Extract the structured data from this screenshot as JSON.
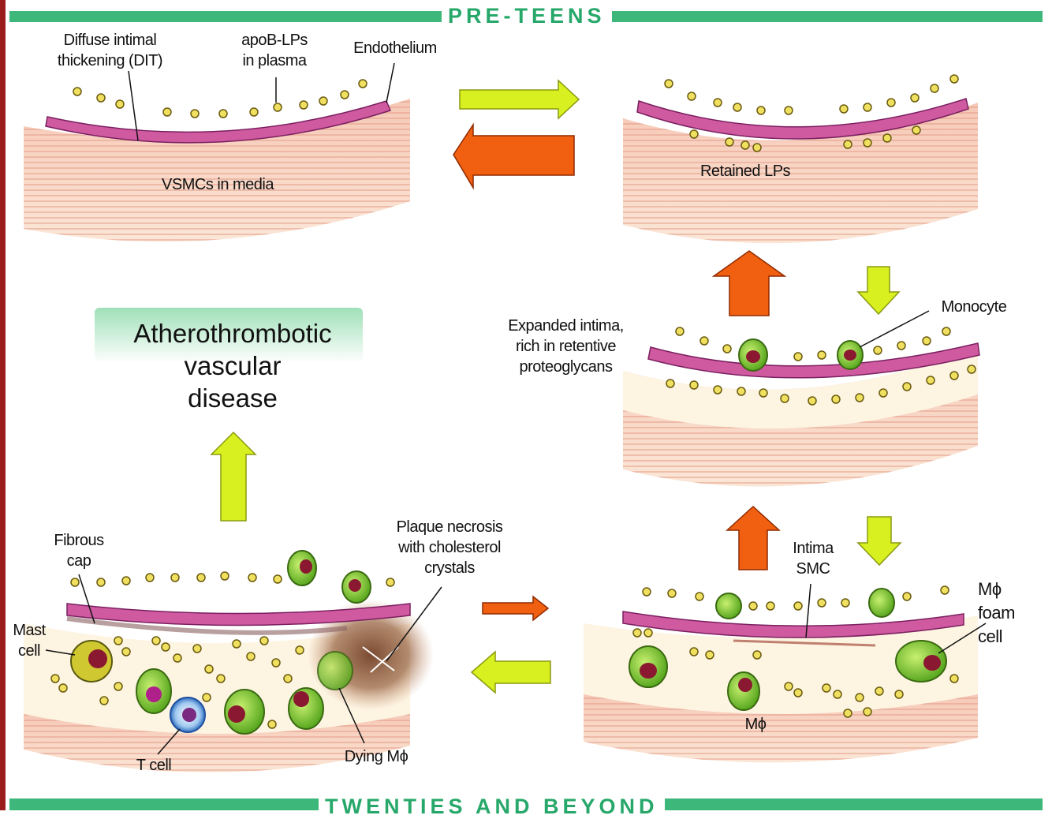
{
  "header_band": "PRE-TEENS",
  "footer_band": "TWENTIES AND BEYOND",
  "colors": {
    "band_green": "#3db87a",
    "red_edge": "#9a1c1c",
    "arrow_yellow": "#d8f020",
    "arrow_orange": "#f06010",
    "endothelium": "#d05aa0",
    "media_pink": "#f4c0b0",
    "lipoprotein_yellow": "#f0e060",
    "macrophage_green": "#7ccc30"
  },
  "panel_top_left": {
    "labels": {
      "dit": "Diffuse intimal\nthickening (DIT)",
      "apob": "apoB-LPs\nin plasma",
      "endothelium": "Endothelium",
      "vsmc": "VSMCs in media"
    }
  },
  "panel_top_right": {
    "labels": {
      "retained": "Retained LPs"
    }
  },
  "panel_mid_right": {
    "labels": {
      "expanded": "Expanded intima,\nrich in retentive\nproteoglycans",
      "monocyte": "Monocyte"
    }
  },
  "panel_bottom_right": {
    "labels": {
      "intima_smc": "Intima\nSMC",
      "foam": "Mϕ\nfoam\ncell",
      "mphi": "Mϕ"
    }
  },
  "panel_bottom_left": {
    "labels": {
      "fibrous": "Fibrous\ncap",
      "necrosis": "Plaque necrosis\nwith cholesterol\ncrystals",
      "mast": "Mast\ncell",
      "tcell": "T cell",
      "dying": "Dying Mϕ"
    }
  },
  "outcome": "Atherothrombotic\nvascular\ndisease"
}
